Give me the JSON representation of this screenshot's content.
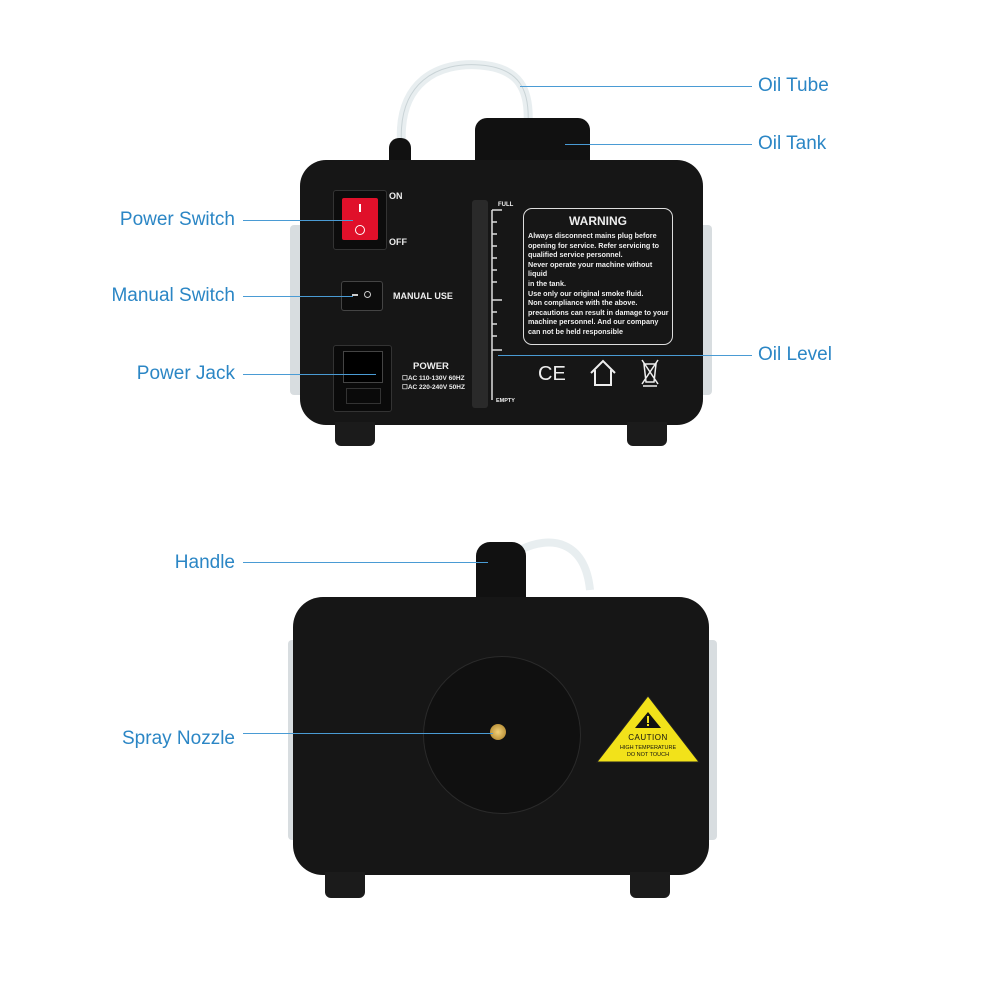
{
  "labels": {
    "oil_tube": "Oil Tube",
    "oil_tank": "Oil Tank",
    "power_switch": "Power Switch",
    "manual_switch": "Manual Switch",
    "power_jack": "Power Jack",
    "oil_level": "Oil Level",
    "handle": "Handle",
    "spray_nozzle": "Spray Nozzle"
  },
  "back_panel": {
    "switch_on": "ON",
    "switch_off": "OFF",
    "manual_use": "MANUAL USE",
    "power_title": "POWER",
    "power_opt1": "☐AC 110-130V 60HZ",
    "power_opt2": "☐AC 220-240V 50HZ",
    "level_full": "FULL",
    "level_empty": "EMPTY",
    "warning_title": "WARNING",
    "warning_lines": [
      "Always disconnect mains plug before",
      "opening for service. Refer servicing to",
      "qualified service personnel.",
      "Never operate your machine without liquid",
      "in the tank.",
      "Use only our original smoke fluid.",
      "Non compliance with the above.",
      "precautions can result in damage to your",
      "machine personnel. And our company",
      "can not be held responsible"
    ],
    "ce_mark": "CE"
  },
  "front_panel": {
    "caution_title": "CAUTION",
    "caution_line1": "HIGH TEMPERATURE",
    "caution_line2": "DO NOT TOUCH"
  },
  "colors": {
    "label": "#2b86c5",
    "switch": "#e0102a",
    "caution": "#f2e21a"
  }
}
